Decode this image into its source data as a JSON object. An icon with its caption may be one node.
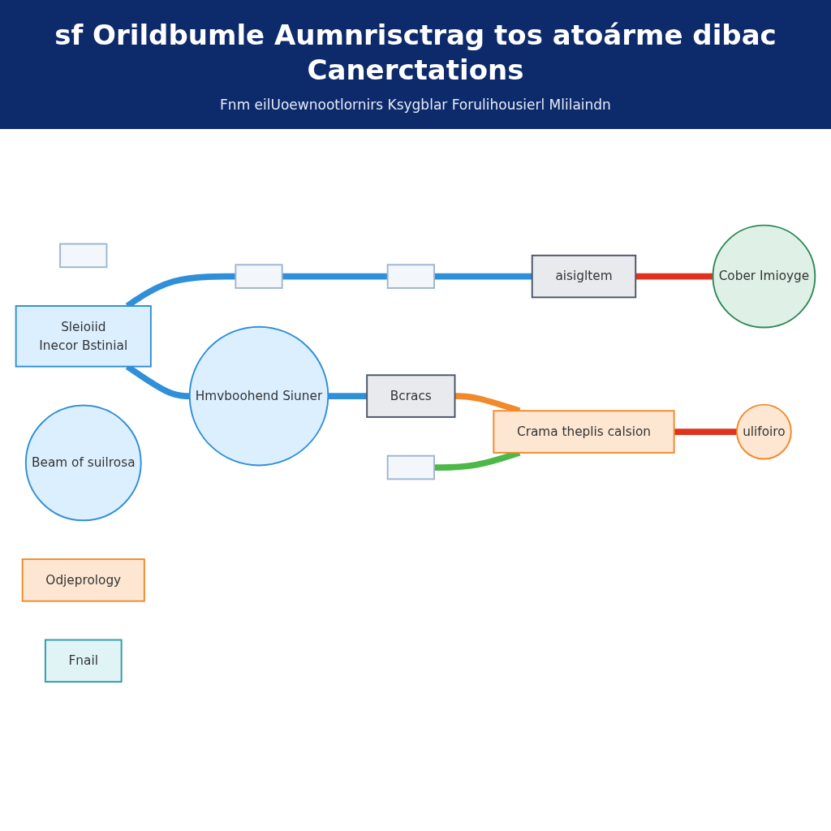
{
  "diagram": {
    "title": "sf Orildbumle Aumnrisctrag tos atoárme dibac Canerctations",
    "nodes": [
      {
        "text": [],
        "shape": "box"
      },
      {
        "text": [],
        "shape": "box"
      },
      {
        "text": [],
        "shape": "box"
      },
      {
        "text": [
          "aisigltem"
        ]
      },
      {
        "text": [
          "Cober Imioyge"
        ]
      },
      {
        "text": [
          "Sleioiid",
          "Inecor Bstinial"
        ]
      },
      {
        "text": [
          "Hmvboohend Siuner"
        ]
      },
      {
        "text": [
          "Beam of suilrosa"
        ]
      },
      {
        "text": [
          "ulifoiro"
        ]
      },
      {
        "text": [],
        "shape": "box"
      },
      {
        "text": [
          "Odjeprology"
        ]
      },
      {
        "text": [
          "Bcracs"
        ]
      },
      {
        "text": [
          "Crama theplis calsion"
        ]
      },
      {
        "text": [
          "Fnail"
        ]
      }
    ],
    "edges": [
      {
        "from": 5,
        "to": 1,
        "arrow": "none"
      },
      {
        "from": 1,
        "to": 2,
        "arrow": "none"
      },
      {
        "from": 2,
        "to": 3,
        "arrow": "none"
      },
      {
        "from": 3,
        "to": 4,
        "arrow": "none",
        "color": "#e0331f"
      },
      {
        "from": 5,
        "to": 6,
        "arrow": "none"
      },
      {
        "from": 6,
        "to": 11,
        "arrow": "none"
      },
      {
        "from": 11,
        "to": 12,
        "arrow": "none",
        "color": "#f08a2a"
      },
      {
        "from": 9,
        "to": 12,
        "arrow": "none",
        "color": "#4cb848"
      },
      {
        "from": 12,
        "to": 8,
        "arrow": "none",
        "color": "#e0331f"
      }
    ],
    "labels": [
      "Fnm eilUoewnootlornirs Ksygblar Forulihousierl Mlilaindn"
    ]
  }
}
